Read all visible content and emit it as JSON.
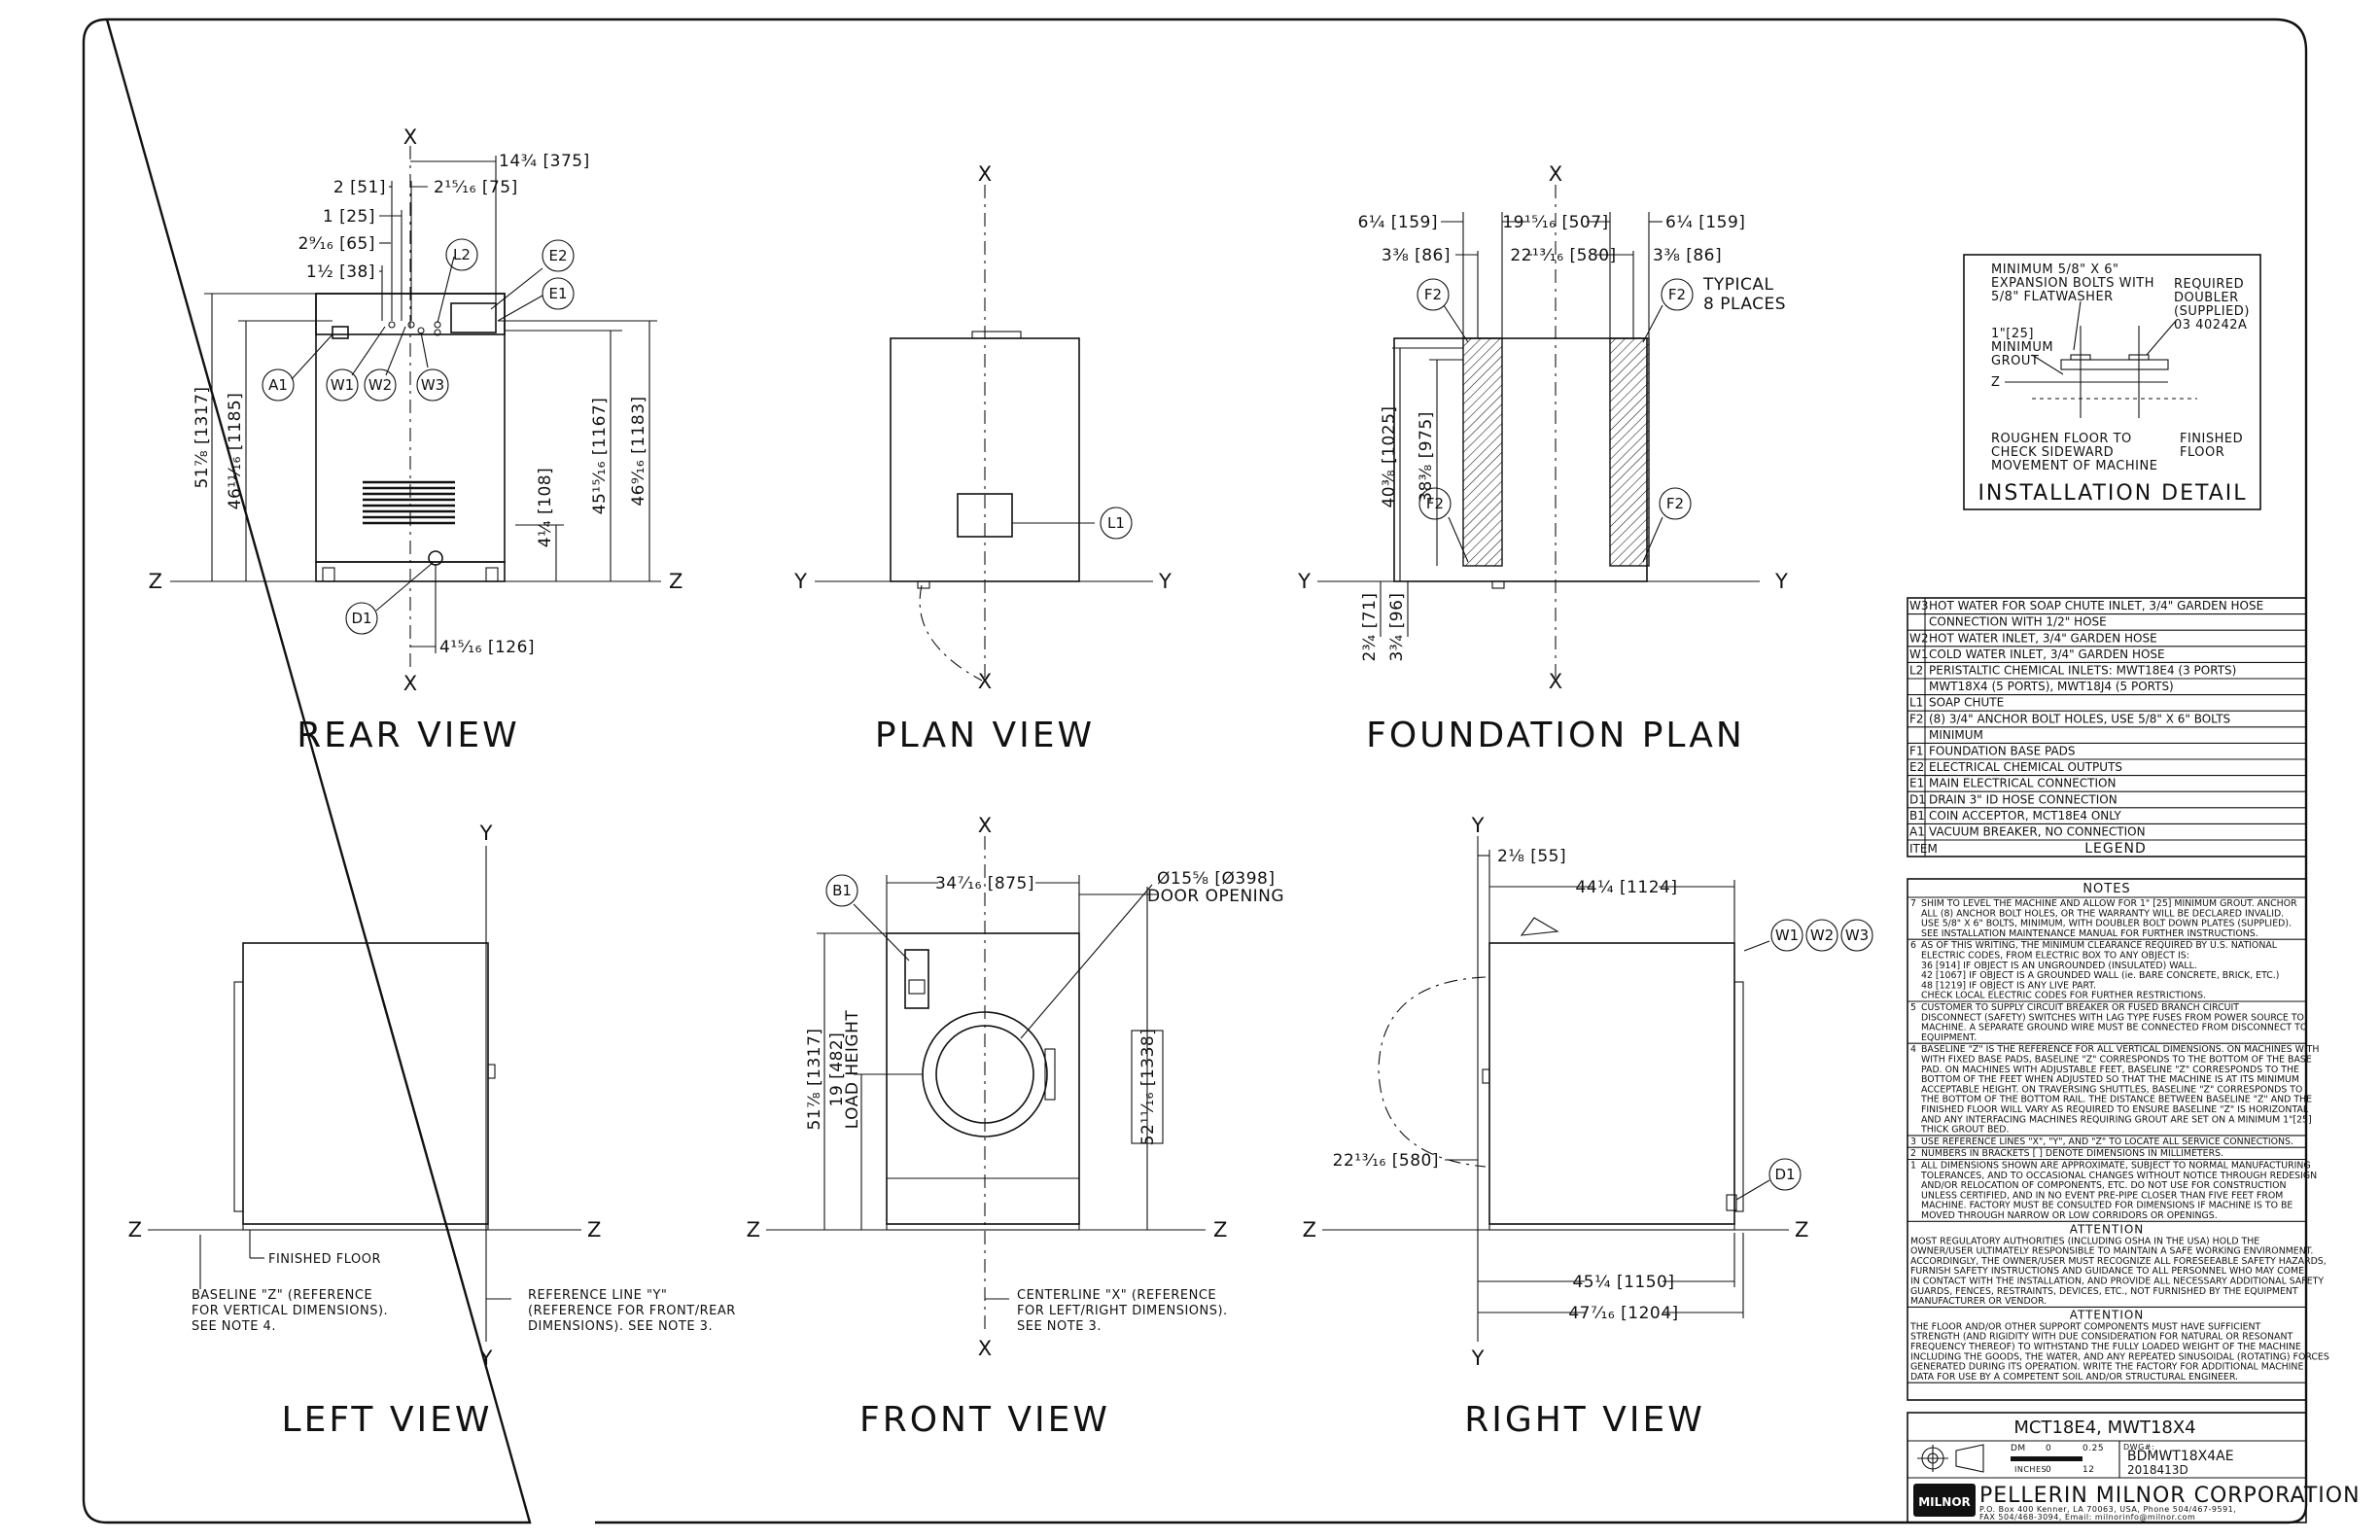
{
  "views": {
    "rear": "REAR VIEW",
    "plan": "PLAN VIEW",
    "foundation": "FOUNDATION PLAN",
    "left": "LEFT VIEW",
    "front": "FRONT VIEW",
    "right": "RIGHT VIEW"
  },
  "axes": {
    "x": "X",
    "y": "Y",
    "z": "Z"
  },
  "rear_dims": {
    "d14": "14¾ [375]",
    "d2": "2 [51]",
    "d2_15": "2¹⁵⁄₁₆ [75]",
    "d1": "1 [25]",
    "d2_9": "2⁹⁄₁₆ [65]",
    "d1_5": "1½ [38]",
    "h51": "51⅞ [1317]",
    "h46a": "46¹¹⁄₁₆ [1185]",
    "h4": "4¼ [108]",
    "h45": "45¹⁵⁄₁₆ [1167]",
    "h46b": "46⁹⁄₁₆ [1183]",
    "d4_15": "4¹⁵⁄₁₆ [126]"
  },
  "foundation_dims": {
    "a": "6¼ [159]",
    "b": "19¹⁵⁄₁₆ [507]",
    "c": "6¼ [159]",
    "d": "3⅜ [86]",
    "e": "22¹³⁄₁₆ [580]",
    "f": "3⅜ [86]",
    "typical": "TYPICAL",
    "places": "8 PLACES",
    "h40": "40⅜ [1025]",
    "h38": "38⅜ [975]",
    "h2": "2¾ [71]",
    "h3": "3¾ [96]"
  },
  "front_dims": {
    "w34": "34⁷⁄₁₆ [875]",
    "door1": "Ø15⅝ [Ø398]",
    "door2": "DOOR OPENING",
    "h51": "51⅞ [1317]",
    "h19": "19 [482]",
    "load": "LOAD HEIGHT",
    "h52": "52¹¹⁄₁₆ [1338]"
  },
  "right_dims": {
    "d2": "2⅛ [55]",
    "d44": "44¼ [1124]",
    "d22": "22¹³⁄₁₆ [580]",
    "d45": "45¼ [1150]",
    "d47": "47⁷⁄₁₆ [1204]"
  },
  "bubbles": {
    "A1": "A1",
    "W1": "W1",
    "W2": "W2",
    "W3": "W3",
    "L2": "L2",
    "E2": "E2",
    "E1": "E1",
    "D1": "D1",
    "L1": "L1",
    "F2": "F2",
    "B1": "B1"
  },
  "annotations": {
    "finished_floor": "FINISHED FLOOR",
    "baseline_z": [
      "BASELINE \"Z\" (REFERENCE",
      "FOR VERTICAL DIMENSIONS).",
      "SEE NOTE 4."
    ],
    "ref_y": [
      "REFERENCE LINE \"Y\"",
      "(REFERENCE FOR FRONT/REAR",
      "DIMENSIONS).   SEE NOTE 3."
    ],
    "center_x": [
      "CENTERLINE \"X\" (REFERENCE",
      "FOR LEFT/RIGHT DIMENSIONS).",
      "SEE NOTE 3."
    ]
  },
  "install": {
    "bolts": [
      "MINIMUM 5/8\" X 6\"",
      "EXPANSION BOLTS WITH",
      "5/8\" FLATWASHER"
    ],
    "doubler": [
      "REQUIRED",
      "DOUBLER",
      "(SUPPLIED)",
      "03 40242A"
    ],
    "grout": [
      "1\"[25]",
      "MINIMUM",
      "GROUT"
    ],
    "z": "Z",
    "roughen": [
      "ROUGHEN FLOOR TO",
      "CHECK SIDEWARD",
      "MOVEMENT OF MACHINE"
    ],
    "finished": [
      "FINISHED",
      "FLOOR"
    ],
    "title": "INSTALLATION DETAIL"
  },
  "legend": {
    "title": "LEGEND",
    "item_header": "ITEM",
    "rows": [
      [
        "W3",
        "HOT WATER FOR SOAP CHUTE INLET, 3/4\" GARDEN HOSE"
      ],
      [
        "",
        "CONNECTION WITH 1/2\" HOSE"
      ],
      [
        "W2",
        "HOT WATER INLET, 3/4\" GARDEN HOSE"
      ],
      [
        "W1",
        "COLD WATER INLET, 3/4\" GARDEN HOSE"
      ],
      [
        "L2",
        "PERISTALTIC CHEMICAL INLETS: MWT18E4 (3 PORTS)"
      ],
      [
        "",
        "MWT18X4 (5 PORTS), MWT18J4 (5 PORTS)"
      ],
      [
        "L1",
        "SOAP CHUTE"
      ],
      [
        "F2",
        "(8) 3/4\" ANCHOR BOLT HOLES, USE 5/8\" X 6\" BOLTS"
      ],
      [
        "",
        "MINIMUM"
      ],
      [
        "F1",
        "FOUNDATION BASE PADS"
      ],
      [
        "E2",
        "ELECTRICAL CHEMICAL OUTPUTS"
      ],
      [
        "E1",
        "MAIN ELECTRICAL CONNECTION"
      ],
      [
        "D1",
        "DRAIN 3\" ID HOSE CONNECTION"
      ],
      [
        "B1",
        "COIN ACCEPTOR, MCT18E4 ONLY"
      ],
      [
        "A1",
        "VACUUM BREAKER, NO CONNECTION"
      ]
    ]
  },
  "notes": {
    "title": "NOTES",
    "items": [
      [
        "7",
        "SHIM TO LEVEL THE MACHINE AND ALLOW FOR 1\" [25] MINIMUM GROUT. ANCHOR",
        "ALL (8) ANCHOR BOLT HOLES, OR THE WARRANTY WILL BE DECLARED INVALID.",
        "USE 5/8\" X 6\" BOLTS, MINIMUM, WITH DOUBLER BOLT DOWN PLATES (SUPPLIED).",
        "SEE INSTALLATION MAINTENANCE MANUAL FOR FURTHER INSTRUCTIONS."
      ],
      [
        "6",
        "AS OF THIS WRITING, THE MINIMUM CLEARANCE REQUIRED BY U.S. NATIONAL",
        "ELECTRIC CODES, FROM ELECTRIC BOX TO ANY OBJECT IS:",
        "   36 [914]  IF OBJECT IS AN UNGROUNDED (INSULATED) WALL.",
        "   42 [1067] IF OBJECT IS A GROUNDED WALL (ie. BARE CONCRETE, BRICK, ETC.)",
        "   48 [1219] IF OBJECT IS ANY LIVE PART.",
        "CHECK LOCAL ELECTRIC CODES FOR FURTHER RESTRICTIONS."
      ],
      [
        "5",
        "CUSTOMER TO SUPPLY CIRCUIT BREAKER OR FUSED BRANCH CIRCUIT",
        "DISCONNECT (SAFETY) SWITCHES WITH LAG TYPE FUSES FROM POWER SOURCE TO",
        "MACHINE. A SEPARATE GROUND WIRE MUST BE CONNECTED FROM DISCONNECT TO",
        "EQUIPMENT."
      ],
      [
        "4",
        "BASELINE \"Z\" IS THE REFERENCE FOR ALL VERTICAL DIMENSIONS. ON MACHINES WITH",
        "WITH FIXED BASE PADS, BASELINE \"Z\" CORRESPONDS TO THE BOTTOM OF THE BASE",
        "PAD. ON MACHINES WITH ADJUSTABLE FEET, BASELINE \"Z\" CORRESPONDS TO THE",
        "BOTTOM OF THE FEET WHEN ADJUSTED SO THAT THE MACHINE IS AT ITS MINIMUM",
        "ACCEPTABLE HEIGHT. ON TRAVERSING SHUTTLES, BASELINE \"Z\" CORRESPONDS TO",
        "THE BOTTOM OF THE BOTTOM RAIL. THE DISTANCE BETWEEN BASELINE \"Z\" AND THE",
        "FINISHED FLOOR WILL VARY AS REQUIRED TO ENSURE BASELINE \"Z\" IS HORIZONTAL",
        "AND ANY INTERFACING MACHINES REQUIRING GROUT ARE SET ON A MINIMUM 1\"[25]",
        "THICK GROUT BED."
      ],
      [
        "3",
        "USE REFERENCE LINES \"X\", \"Y\", AND \"Z\" TO LOCATE ALL SERVICE CONNECTIONS."
      ],
      [
        "2",
        "NUMBERS IN BRACKETS [ ] DENOTE DIMENSIONS IN MILLIMETERS."
      ],
      [
        "1",
        "ALL DIMENSIONS SHOWN ARE APPROXIMATE, SUBJECT TO NORMAL MANUFACTURING",
        "TOLERANCES, AND TO OCCASIONAL CHANGES WITHOUT NOTICE THROUGH REDESIGN",
        "AND/OR RELOCATION OF COMPONENTS, ETC. DO NOT USE FOR CONSTRUCTION",
        "UNLESS CERTIFIED, AND IN NO EVENT PRE-PIPE CLOSER THAN FIVE FEET FROM",
        "MACHINE. FACTORY MUST BE CONSULTED FOR DIMENSIONS IF MACHINE IS TO BE",
        "MOVED THROUGH NARROW OR LOW CORRIDORS OR OPENINGS."
      ]
    ]
  },
  "attention1": {
    "title": "ATTENTION",
    "lines": [
      "MOST REGULATORY AUTHORITIES (INCLUDING OSHA IN THE USA) HOLD THE",
      "OWNER/USER ULTIMATELY RESPONSIBLE TO MAINTAIN A SAFE WORKING ENVIRONMENT.",
      "ACCORDINGLY, THE OWNER/USER MUST RECOGNIZE ALL FORESEEABLE SAFETY HAZARDS,",
      "FURNISH SAFETY INSTRUCTIONS AND GUIDANCE TO ALL PERSONNEL WHO MAY COME",
      "IN CONTACT WITH THE INSTALLATION, AND PROVIDE ALL NECESSARY ADDITIONAL SAFETY",
      "GUARDS, FENCES, RESTRAINTS, DEVICES, ETC., NOT FURNISHED BY THE EQUIPMENT",
      "MANUFACTURER OR VENDOR."
    ]
  },
  "attention2": {
    "title": "ATTENTION",
    "lines": [
      "THE FLOOR AND/OR OTHER SUPPORT COMPONENTS MUST HAVE SUFFICIENT",
      "STRENGTH (AND RIGIDITY WITH DUE CONSIDERATION FOR NATURAL OR RESONANT",
      "FREQUENCY THEREOF) TO WITHSTAND THE FULLY LOADED WEIGHT OF THE MACHINE",
      "INCLUDING THE GOODS, THE WATER, AND ANY REPEATED SINUSOIDAL (ROTATING) FORCES",
      "GENERATED DURING ITS OPERATION. WRITE THE FACTORY FOR ADDITIONAL MACHINE",
      "DATA FOR USE BY A COMPETENT SOIL AND/OR STRUCTURAL ENGINEER."
    ]
  },
  "title_block": {
    "model": "MCT18E4, MWT18X4",
    "dm": "DM",
    "scale0": "0",
    "scale025": "0.25",
    "inches": "INCHES",
    "s0": "0",
    "s12": "12",
    "dwg_label": "DWG#:",
    "dwg": "BDMWT18X4AE",
    "date": "2018413D",
    "logo": "MILNOR",
    "company": "PELLERIN MILNOR CORPORATION",
    "addr1": "P.O. Box 400 Kenner, LA 70063, USA, Phone 504/467-9591,",
    "addr2": "FAX 504/468-3094, Email: milnorinfo@milnor.com"
  }
}
